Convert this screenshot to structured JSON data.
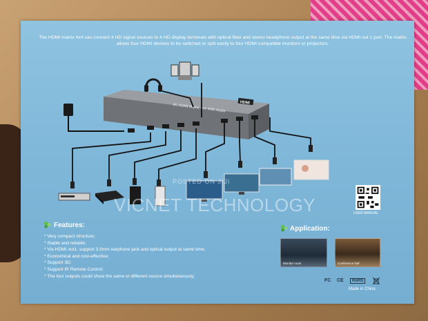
{
  "intro_text": "The HDMI matrix 4x4 can connect 4 HD signal sources to 4 HD display terminals with optical fiber and stereo headphone output at the same time via HDMI out 1 port. The matrix allows four HDMI devices to be switched or split easily to four HDMI compatible monitors or projectors.",
  "device_label": "4K HDMI Matrix 4x4 With Audio",
  "device_logo": "HDMI",
  "watermark": {
    "posted_on": "POSTED ON JIJI",
    "brand": "VICNET TECHNOLOGY"
  },
  "qr_label": "USER MANUAL",
  "features": {
    "title": "Features:",
    "items": [
      "* Very compact structure;",
      "* Stable and reliable;",
      "* Via HDMI out1, support 3.5mm earphone jack and optical output at same time;",
      "* Economical and cost-effective;",
      "* Support 3D;",
      "* Support IR Remote Control;",
      "* The four outputs could show the same or different source simultaneously;"
    ]
  },
  "application": {
    "title": "Application:",
    "captions": [
      "Monitor room",
      "Conference hall"
    ]
  },
  "certifications": [
    "FC",
    "CE",
    "RoHS"
  ],
  "made_in": "Made in China",
  "colors": {
    "card_blue": "#7fb7d9",
    "feature_green": "#5fbf4a",
    "device_gray": "#6f7378"
  }
}
